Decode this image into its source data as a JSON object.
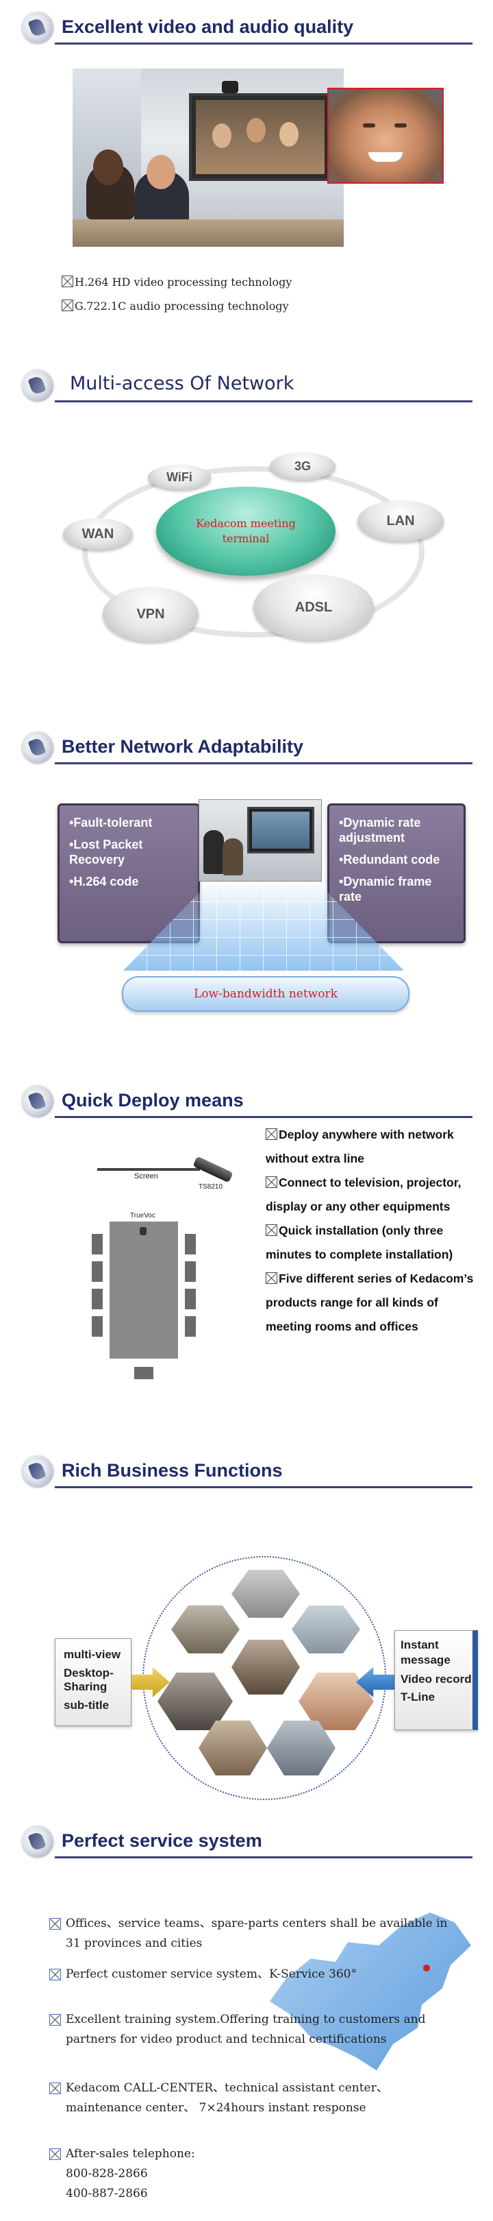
{
  "sections": {
    "video": {
      "title": "Excellent video and audio quality",
      "features": [
        "H.264 HD video processing technology",
        "G.722.1C audio processing technology"
      ]
    },
    "network": {
      "title": "Multi-access Of Network",
      "center": "Kedacom meeting terminal",
      "nodes": {
        "wifi": "WiFi",
        "g3": "3G",
        "lan": "LAN",
        "wan": "WAN",
        "vpn": "VPN",
        "adsl": "ADSL"
      }
    },
    "adaptability": {
      "title": "Better Network Adaptability",
      "left_items": [
        "Fault-tolerant",
        "Lost Packet Recovery",
        "H.264 code"
      ],
      "right_items": [
        "Dynamic rate adjustment",
        "Redundant code",
        "Dynamic frame rate"
      ],
      "bandwidth_label": "Low-bandwidth network"
    },
    "deploy": {
      "title": "Quick Deploy means",
      "diagram": {
        "screen": "Screen",
        "camera": "TS8210",
        "table": "TrueVoc"
      },
      "items": [
        "Deploy anywhere with network without extra line",
        "Connect to television, projector, display or any other equipments",
        "Quick installation (only three minutes to complete installation)",
        "Five different series of Kedacom’s products range for all kinds of meeting rooms and offices"
      ]
    },
    "business": {
      "title": "Rich Business Functions",
      "left_items": [
        "multi-view",
        "Desktop-Sharing",
        "sub-title"
      ],
      "right_items": [
        "Instant message",
        "Video record",
        "T-Line"
      ]
    },
    "service": {
      "title": "Perfect service system",
      "items": [
        "Offices、service teams、spare-parts centers shall be available in 31 provinces and cities",
        "Perfect customer service system、K-Service 360°",
        "Excellent training system.Offering training to customers and partners for video product and technical certifications",
        "Kedacom CALL-CENTER、technical assistant center、maintenance center、 7×24hours instant response"
      ],
      "phone_label": "After-sales telephone:",
      "phones": [
        "800-828-2866",
        "400-887-2866"
      ]
    }
  },
  "colors": {
    "title": "#1f2a66",
    "rule": "#3b3f7a",
    "accent_red": "#d42020",
    "panel": "#7a6c8e"
  },
  "icons": [
    "kedacom-logo-icon",
    "checkbox-icon",
    "arrow-icon",
    "china-map"
  ]
}
